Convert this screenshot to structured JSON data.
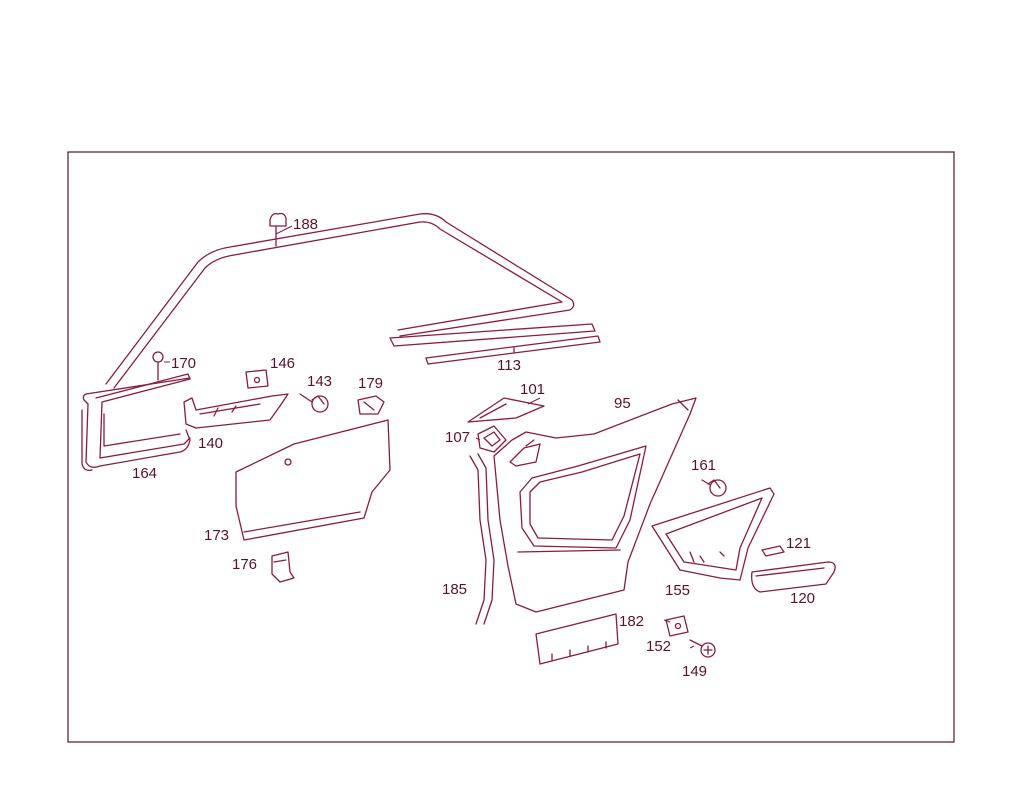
{
  "diagram": {
    "colors": {
      "line": "#8b1a44",
      "text": "#5a1030",
      "background": "#ffffff"
    },
    "callouts": {
      "p95": "95",
      "p101": "101",
      "p107": "107",
      "p113": "113",
      "p120": "120",
      "p121": "121",
      "p140": "140",
      "p143": "143",
      "p146": "146",
      "p149": "149",
      "p152": "152",
      "p155": "155",
      "p161": "161",
      "p164": "164",
      "p170": "170",
      "p173": "173",
      "p176": "176",
      "p179": "179",
      "p182": "182",
      "p185": "185",
      "p188": "188"
    }
  }
}
